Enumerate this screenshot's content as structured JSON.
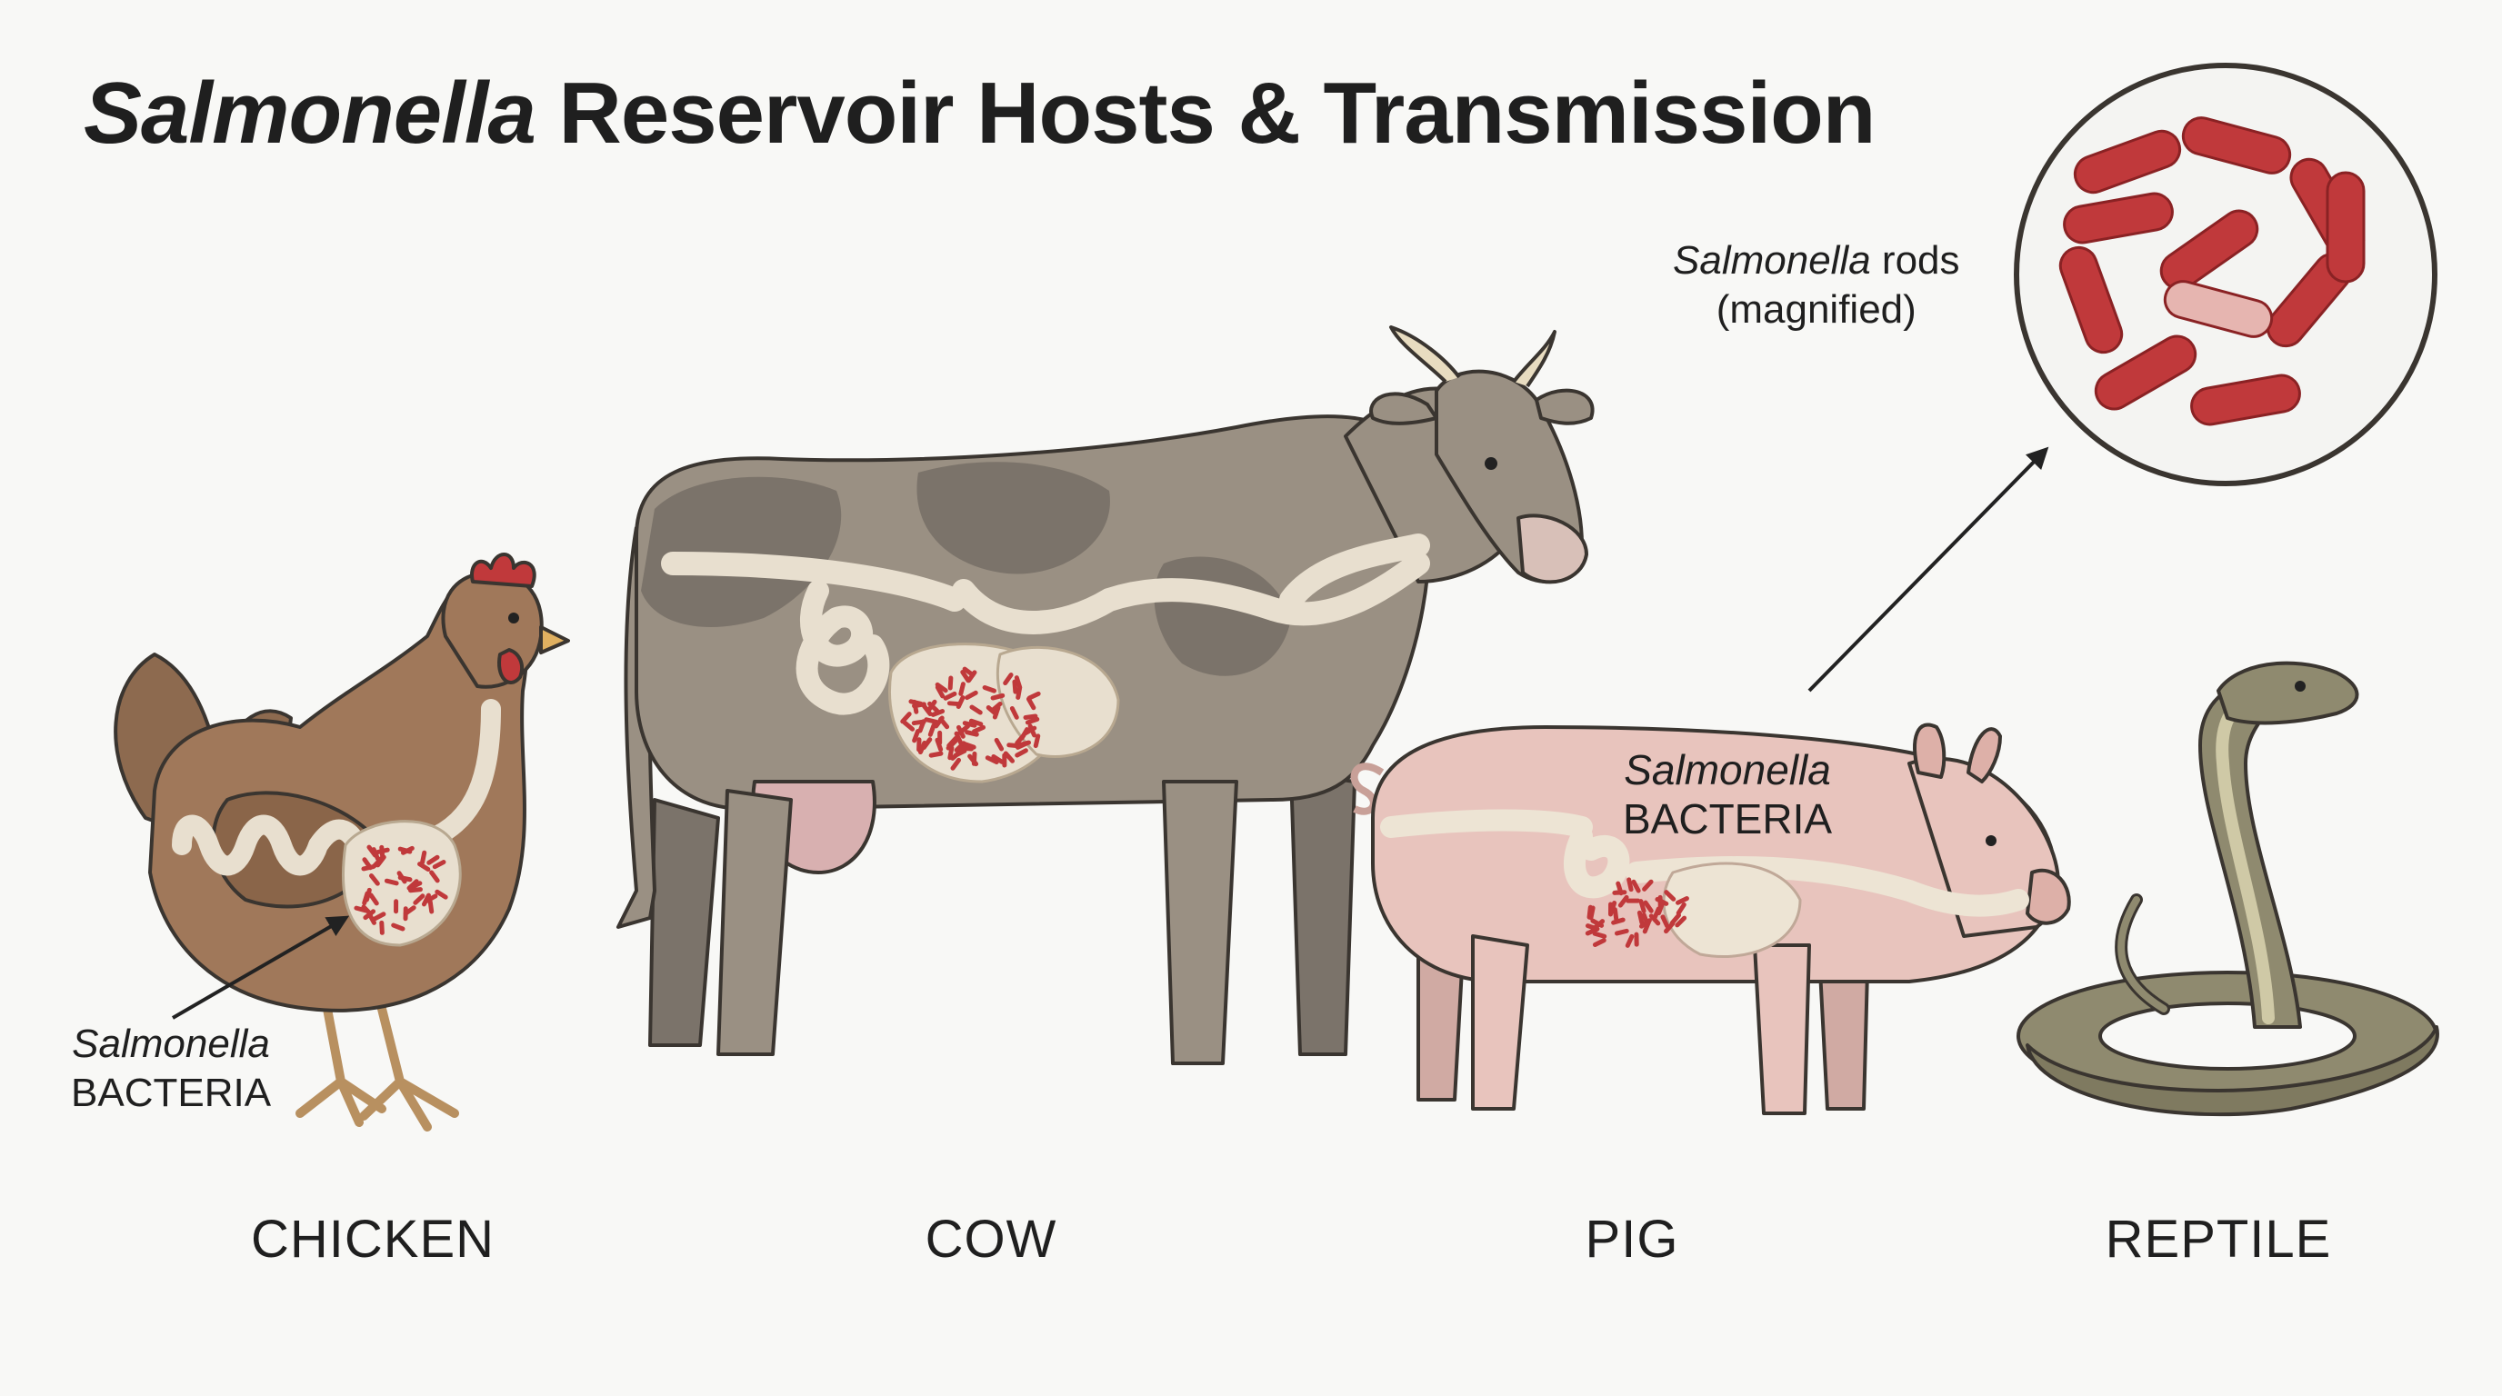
{
  "title": {
    "italic": "Salmonella",
    "rest": "Reservoir Hosts & Transmission"
  },
  "hosts": [
    {
      "label": "CHICKEN"
    },
    {
      "label": "COW"
    },
    {
      "label": "PIG"
    },
    {
      "label": "REPTILE"
    }
  ],
  "callouts": {
    "chicken": {
      "line1": "Salmonella",
      "line2": "BACTERIA"
    },
    "pig": {
      "line1": "Salmonella",
      "line2": "BACTERIA"
    },
    "magnified": {
      "italic": "Salmonella",
      "rest": " rods",
      "line2": "(magnified)"
    }
  },
  "colors": {
    "bacteria": "#c0393b",
    "gut": "#e8dfcf",
    "chicken": "#a0785a",
    "cow": "#9a9083",
    "cow_spots": "#7b736a",
    "pig": "#e8c4bd",
    "snake": "#8f8a6f",
    "outline": "#3a3530"
  }
}
